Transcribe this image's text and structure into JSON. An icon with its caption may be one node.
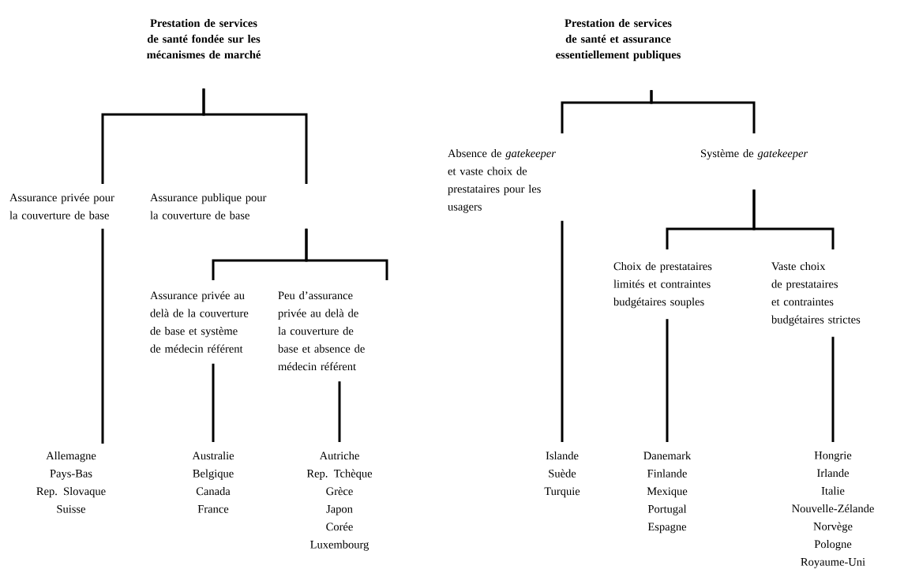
{
  "diagram": {
    "nodes": [
      {
        "text": [
          "Prestation de services de santé fondée sur les mécanismes de marché"
        ]
      },
      {
        "text": [
          "Assurance privée pour la couverture de base"
        ]
      },
      {
        "text": [
          "Assurance publique pour la couverture de base"
        ]
      },
      {
        "text": [
          "Assurance privée au delà de la couverture de base et système de médecin référent"
        ]
      },
      {
        "text": [
          "Peu d’assurance privée au delà de la couverture de base et absence de médecin référent"
        ]
      },
      {
        "text": [
          "Allemagne",
          "Pays-Bas",
          "Rep. Slovaque",
          "Suisse"
        ]
      },
      {
        "text": [
          "Australie",
          "Belgique",
          "Canada",
          "France"
        ]
      },
      {
        "text": [
          "Autriche",
          "Rep. Tchèque",
          "Grèce",
          "Japon",
          "Corée",
          "Luxembourg"
        ]
      },
      {
        "text": [
          "Prestation de services de santé et assurance essentiellement publiques"
        ]
      },
      {
        "text": [
          "Absence de *gatekeeper* et vaste choix de prestataires pour les usagers"
        ]
      },
      {
        "text": [
          "Système de *gatekeeper*"
        ]
      },
      {
        "text": [
          "Choix de prestataires limités et contraintes budgétaires souples"
        ]
      },
      {
        "text": [
          "Vaste choix de prestataires et contraintes budgétaires strictes"
        ]
      },
      {
        "text": [
          "Islande",
          "Suède",
          "Turquie"
        ]
      },
      {
        "text": [
          "Danemark",
          "Finlande",
          "Mexique",
          "Portugal",
          "Espagne"
        ]
      },
      {
        "text": [
          "Hongrie",
          "Irlande",
          "Italie",
          "Nouvelle-Zélande",
          "Norvège",
          "Pologne",
          "Royaume-Uni"
        ]
      }
    ],
    "edges": [
      {
        "from": 0,
        "to": 1,
        "arrow": "none"
      },
      {
        "from": 0,
        "to": 2,
        "arrow": "none"
      },
      {
        "from": 2,
        "to": 3,
        "arrow": "none"
      },
      {
        "from": 2,
        "to": 4,
        "arrow": "none"
      },
      {
        "from": 1,
        "to": 5,
        "arrow": "none"
      },
      {
        "from": 3,
        "to": 6,
        "arrow": "none"
      },
      {
        "from": 4,
        "to": 7,
        "arrow": "none"
      },
      {
        "from": 8,
        "to": 9,
        "arrow": "none"
      },
      {
        "from": 8,
        "to": 10,
        "arrow": "none"
      },
      {
        "from": 10,
        "to": 11,
        "arrow": "none"
      },
      {
        "from": 10,
        "to": 12,
        "arrow": "none"
      },
      {
        "from": 9,
        "to": 13,
        "arrow": "none"
      },
      {
        "from": 11,
        "to": 14,
        "arrow": "none"
      },
      {
        "from": 12,
        "to": 15,
        "arrow": "none"
      }
    ]
  }
}
